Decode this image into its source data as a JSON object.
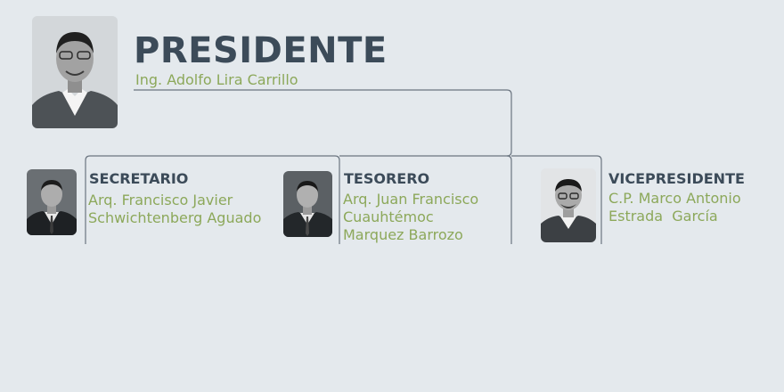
{
  "president": {
    "title": "PRESIDENTE",
    "name": "Ing. Adolfo Lira Carrillo"
  },
  "secretary": {
    "role": "SECRETARIO",
    "name_lines": [
      "Arq. Francisco Javier",
      "Schwichtenberg Aguado"
    ]
  },
  "treasurer": {
    "role": "TESORERO",
    "name_lines": [
      "Arq. Juan Francisco",
      "Cuauhtémoc",
      "Marquez Barrozo"
    ]
  },
  "vicepresident": {
    "role": "VICEPRESIDENTE",
    "name_lines": [
      "C.P. Marco Antonio",
      "Estrada  García"
    ]
  },
  "colors": {
    "background": "#e4e9ed",
    "title": "#3c4b59",
    "name": "#8ca85a",
    "connector": "#6b7580"
  }
}
